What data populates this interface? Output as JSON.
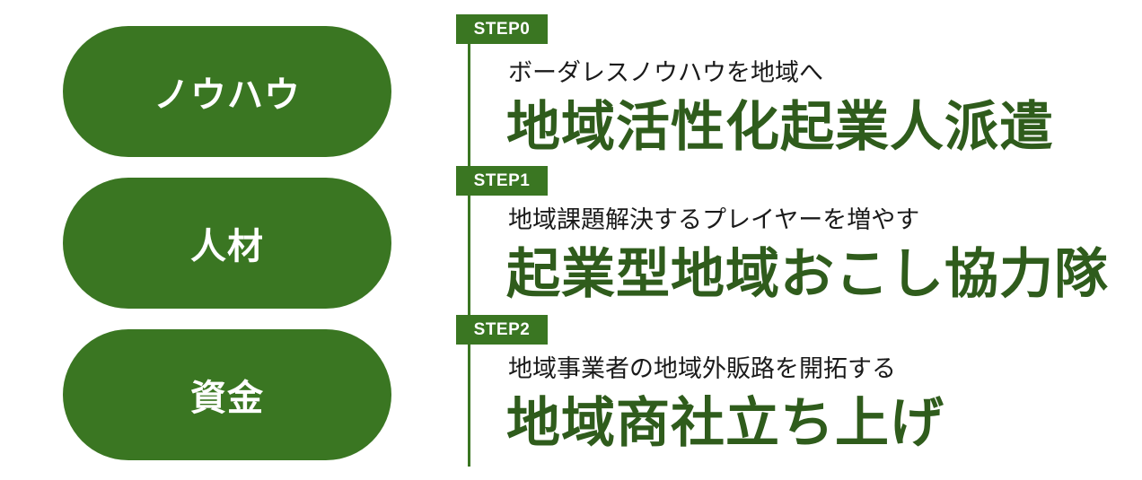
{
  "colors": {
    "accent": "#3a7622",
    "title_text": "#2f5c1c",
    "body_text": "#1a1a1a",
    "background": "#ffffff"
  },
  "pillars": [
    {
      "label": "ノウハウ"
    },
    {
      "label": "人材"
    },
    {
      "label": "資金"
    }
  ],
  "steps": [
    {
      "badge": "STEP0",
      "subtitle": "ボーダレスノウハウを地域へ",
      "title": "地域活性化起業人派遣"
    },
    {
      "badge": "STEP1",
      "subtitle": "地域課題解決するプレイヤーを増やす",
      "title": "起業型地域おこし協力隊"
    },
    {
      "badge": "STEP2",
      "subtitle": "地域事業者の地域外販路を開拓する",
      "title": "地域商社立ち上げ"
    }
  ]
}
